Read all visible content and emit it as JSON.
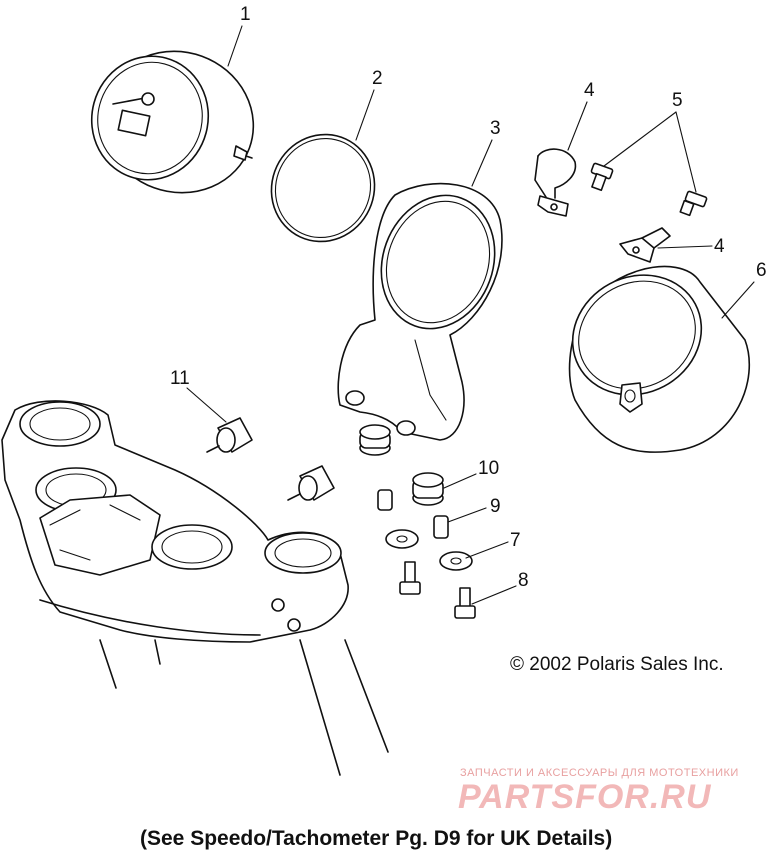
{
  "callouts": [
    {
      "number": "1"
    },
    {
      "number": "2"
    },
    {
      "number": "3"
    },
    {
      "number": "4"
    },
    {
      "number": "5"
    },
    {
      "number": "4"
    },
    {
      "number": "6"
    },
    {
      "number": "11"
    },
    {
      "number": "10"
    },
    {
      "number": "9"
    },
    {
      "number": "7"
    },
    {
      "number": "8"
    }
  ],
  "copyright": "© 2002 Polaris Sales Inc.",
  "watermark": {
    "tagline": "ЗАПЧАСТИ И АКСЕССУАРЫ ДЛЯ МОТОТЕХНИКИ",
    "brand": "PARTSFOR.RU"
  },
  "footer_note": "(See Speedo/Tachometer Pg. D9 for UK Details)"
}
